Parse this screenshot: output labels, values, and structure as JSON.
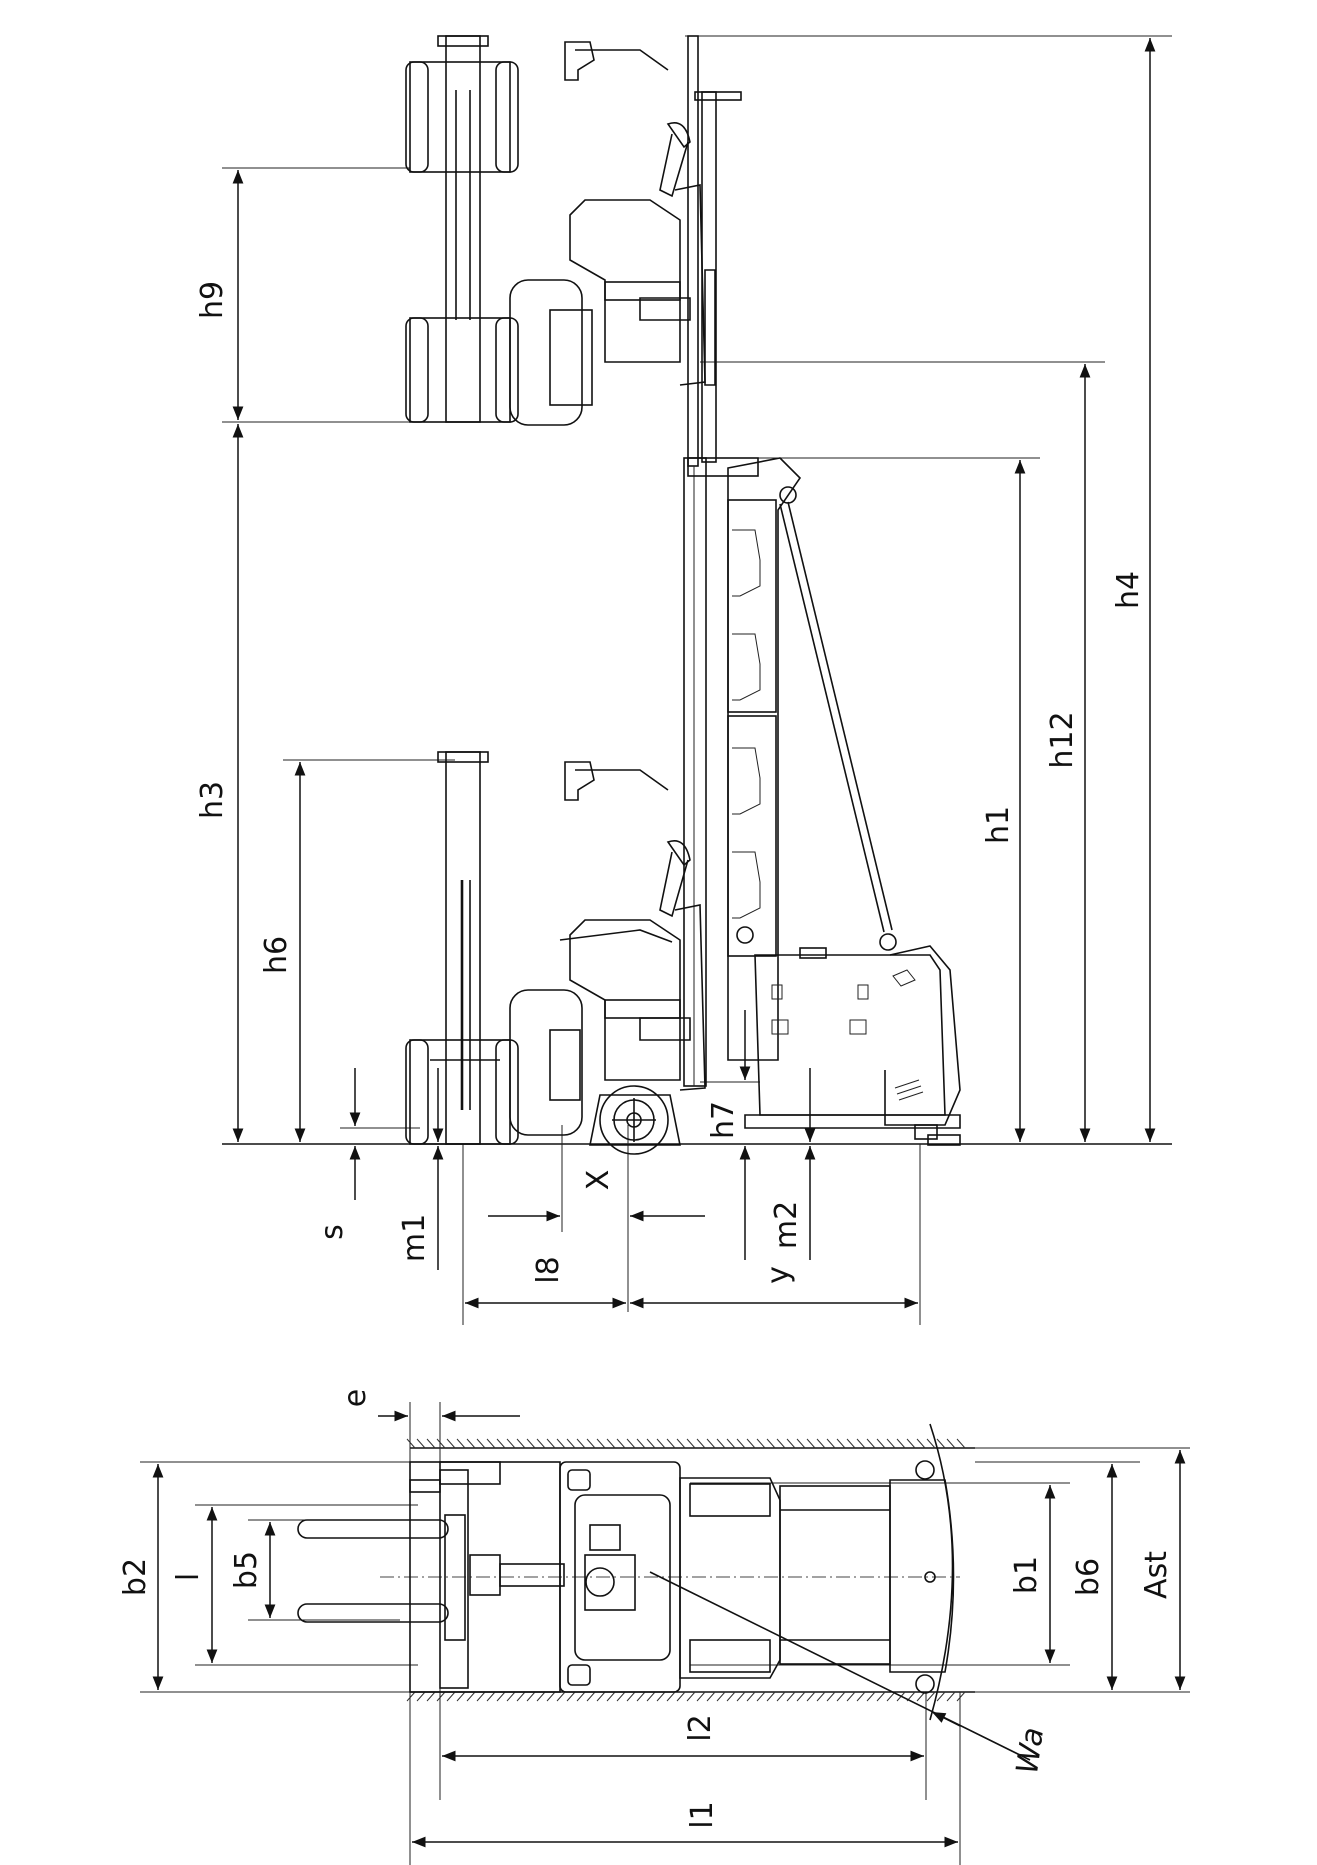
{
  "side_view": {
    "labels": {
      "h9": "h9",
      "h3": "h3",
      "h6": "h6",
      "h1": "h1",
      "h12": "h12",
      "h4": "h4",
      "h7": "h7",
      "s": "s",
      "m1": "m1",
      "m2": "m2",
      "x": "X",
      "l8": "l8",
      "y": "y"
    }
  },
  "top_view": {
    "labels": {
      "e": "e",
      "b2": "b2",
      "l": "l",
      "b5": "b5",
      "b1": "b1",
      "b6": "b6",
      "ast": "Ast",
      "l2": "l2",
      "l1": "l1",
      "wa": "Wa"
    }
  }
}
